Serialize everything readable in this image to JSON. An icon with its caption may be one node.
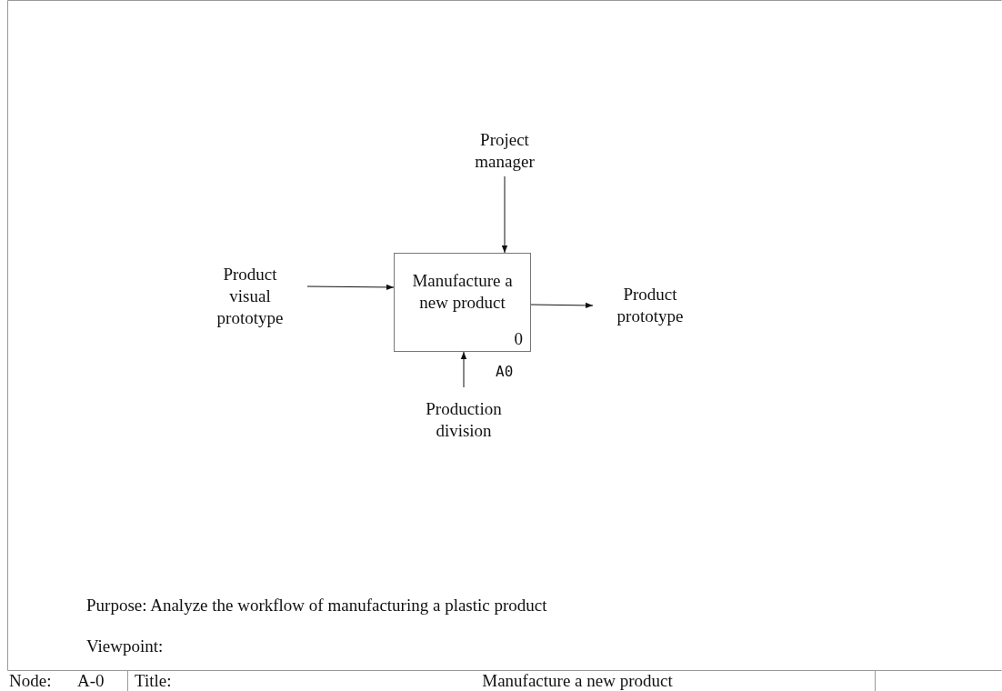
{
  "diagram": {
    "nodes": [
      {
        "text": [
          "Manufacture a new product",
          "0"
        ],
        "beside": [
          "A0"
        ]
      },
      {
        "text": [
          "Project manager"
        ]
      },
      {
        "text": [
          "Product visual prototype"
        ]
      },
      {
        "text": [
          "Product prototype"
        ]
      },
      {
        "text": [
          "Production division"
        ]
      }
    ],
    "edges": [
      {
        "from": 1,
        "to": 0,
        "arrow": "to"
      },
      {
        "from": 2,
        "to": 0,
        "arrow": "to"
      },
      {
        "from": 0,
        "to": 3,
        "arrow": "to"
      },
      {
        "from": 4,
        "to": 0,
        "arrow": "to"
      }
    ],
    "labels": [
      "Purpose: Analyze the workflow of manufacturing a plastic product",
      "Viewpoint:",
      "Node:",
      "A-0",
      "Title:",
      "Manufacture a new product"
    ]
  }
}
